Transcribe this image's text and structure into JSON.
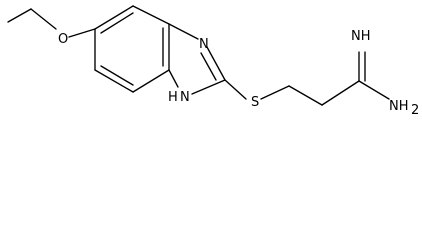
{
  "atoms": {
    "o_ether": "O",
    "n_ring_top": "N",
    "n_ring_bottom": "H",
    "nh_prefix": "N",
    "s_thioether": "S",
    "imine": "NH",
    "amine": "NH",
    "amine_subscript": "2"
  }
}
